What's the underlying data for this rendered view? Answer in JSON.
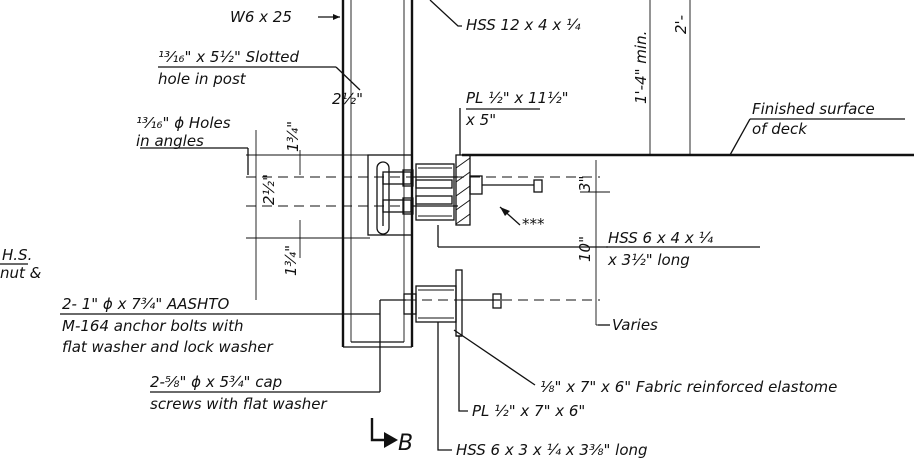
{
  "labels": {
    "w6": "W6 x 25",
    "hss12": "HSS 12 x 4 x ¼",
    "slotted_1": "¹³⁄₁₆\" x 5½\" Slotted",
    "slotted_2": "hole in post",
    "holes_1": "¹³⁄₁₆\" ϕ Holes",
    "holes_2": "in angles",
    "plate_top_1": "PL ½\" x 11½\"",
    "plate_top_2": "x 5\"",
    "finished_1": "Finished surface",
    "finished_2": "of deck",
    "hss6_1": "HSS 6 x 4 x ¼",
    "hss6_2": "x 3½\" long",
    "varies": "Varies",
    "elastomer": "⅛\" x 7\" x 6\" Fabric reinforced elastome",
    "plate_bot": "PL ½\" x 7\" x 6\"",
    "hss6x3": "HSS 6 x 3 x ¼ x 3⅜\" long",
    "anchor_1": "2- 1\" ϕ x 7¾\" AASHTO",
    "anchor_2": "M-164 anchor bolts with",
    "anchor_3": "flat washer and lock washer",
    "cap_1": "2-⅝\" ϕ x 5¾\" cap",
    "cap_2": "screws with flat washer",
    "hs_1": "H.S.",
    "hs_2": "nut &",
    "stars": "***",
    "section": "B",
    "dims": {
      "d2_5": "2½\"",
      "d1_75a": "1¾\"",
      "d2_5b": "2½\"",
      "d1_75b": "1¾\"",
      "d3": "3\"",
      "d10": "10\"",
      "d1_4": "1'-4\" min.",
      "d2top": "2'-"
    }
  }
}
